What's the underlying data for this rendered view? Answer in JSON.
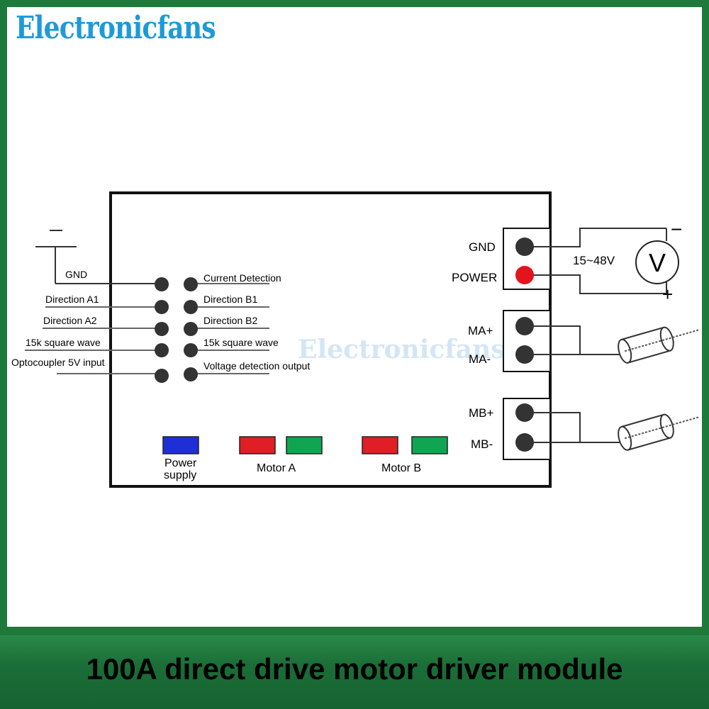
{
  "brand": "Electronicfans",
  "watermark": "Electronicfans",
  "footer_title": "100A direct drive motor driver module",
  "colors": {
    "frame_green": "#1d7a3a",
    "brand_blue": "#1e9bd7",
    "pin_dark": "#333333",
    "power_red": "#e3141b",
    "led_blue": "#1f2fd6",
    "led_red": "#e01e25",
    "led_green": "#10a651"
  },
  "left_labels": [
    "GND",
    "Direction A1",
    "Direction A2",
    "15k square wave",
    "Optocoupler 5V input"
  ],
  "right_labels": [
    "Current Detection",
    "Direction B1",
    "Direction B2",
    "15k square wave",
    "Voltage detection output"
  ],
  "terminals": {
    "gnd": "GND",
    "power": "POWER",
    "ma_plus": "MA+",
    "ma_minus": "MA-",
    "mb_plus": "MB+",
    "mb_minus": "MB-"
  },
  "voltage_range": "15~48V",
  "voltmeter_symbol": "V",
  "supply_minus": "−",
  "supply_plus": "+",
  "leds": {
    "power_line1": "Power",
    "power_line2": "supply",
    "motor_a": "Motor A",
    "motor_b": "Motor B"
  }
}
